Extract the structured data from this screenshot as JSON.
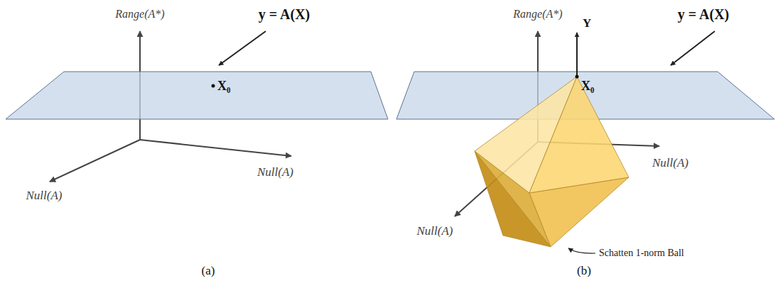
{
  "diagram": {
    "labels": [
      "Range(A*)",
      "y = A(X)",
      "X₀",
      "Null(A)",
      "Null(A)",
      "(a)",
      "Range(A*)",
      "Y",
      "y = A(X)",
      "X₀",
      "Null(A)",
      "Null(A)",
      "Schatten 1-norm Ball",
      "(b)"
    ]
  }
}
